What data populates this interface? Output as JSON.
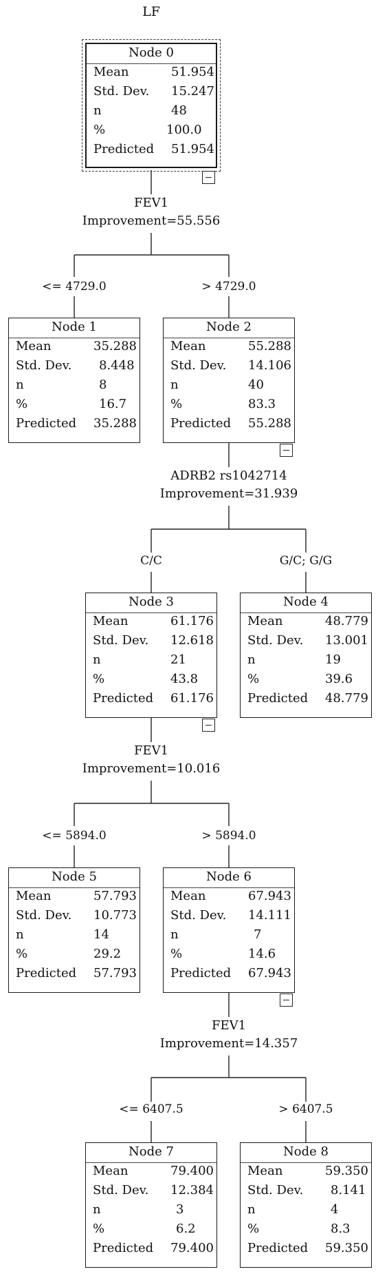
{
  "title": "LF",
  "row_labels": {
    "mean": "Mean",
    "sd": "Std. Dev.",
    "n": "n",
    "pct": "%",
    "pred": "Predicted"
  },
  "nodes": [
    {
      "label": "Node 0",
      "mean": "51.954",
      "sd": "15.247",
      "n": "48",
      "pct": "100.0",
      "pred": "51.954"
    },
    {
      "label": "Node 1",
      "mean": "35.288",
      "sd": "8.448",
      "n": "8",
      "pct": "16.7",
      "pred": "35.288"
    },
    {
      "label": "Node 2",
      "mean": "55.288",
      "sd": "14.106",
      "n": "40",
      "pct": "83.3",
      "pred": "55.288"
    },
    {
      "label": "Node 3",
      "mean": "61.176",
      "sd": "12.618",
      "n": "21",
      "pct": "43.8",
      "pred": "61.176"
    },
    {
      "label": "Node 4",
      "mean": "48.779",
      "sd": "13.001",
      "n": "19",
      "pct": "39.6",
      "pred": "48.779"
    },
    {
      "label": "Node 5",
      "mean": "57.793",
      "sd": "10.773",
      "n": "14",
      "pct": "29.2",
      "pred": "57.793"
    },
    {
      "label": "Node 6",
      "mean": "67.943",
      "sd": "14.111",
      "n": "7",
      "pct": "14.6",
      "pred": "67.943"
    },
    {
      "label": "Node 7",
      "mean": "79.400",
      "sd": "12.384",
      "n": "3",
      "pct": "6.2",
      "pred": "79.400"
    },
    {
      "label": "Node 8",
      "mean": "59.350",
      "sd": "8.141",
      "n": "4",
      "pct": "8.3",
      "pred": "59.350"
    }
  ],
  "splits": [
    {
      "variable": "FEV1",
      "improvement": "Improvement=55.556",
      "left": "<= 4729.0",
      "right": "> 4729.0"
    },
    {
      "variable": "ADRB2 rs1042714",
      "improvement": "Improvement=31.939",
      "left": "C/C",
      "right": "G/C; G/G"
    },
    {
      "variable": "FEV1",
      "improvement": "Improvement=10.016",
      "left": "<= 5894.0",
      "right": "> 5894.0"
    },
    {
      "variable": "FEV1",
      "improvement": "Improvement=14.357",
      "left": "<= 6407.5",
      "right": "> 6407.5"
    }
  ]
}
